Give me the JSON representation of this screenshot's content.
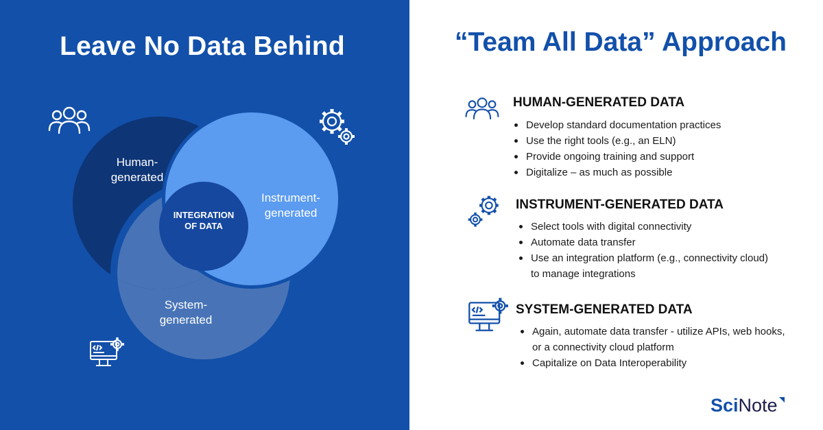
{
  "left": {
    "title": "Leave No Data Behind",
    "venn": {
      "human_label": "Human-\ngenerated",
      "instrument_label": "Instrument-\ngenerated",
      "system_label": "System-\ngenerated",
      "center_label": "INTEGRATION\nOF DATA"
    },
    "icons": [
      "people-icon",
      "gears-icon",
      "computer-code-icon"
    ]
  },
  "right": {
    "title": "“Team All Data” Approach",
    "sections": [
      {
        "heading": "HUMAN-GENERATED DATA",
        "icon": "people-icon",
        "items": [
          "Develop standard documentation practices",
          "Use the right tools (e.g., an ELN)",
          "Provide ongoing training and support",
          "Digitalize – as much as possible"
        ]
      },
      {
        "heading": "INSTRUMENT-GENERATED DATA",
        "icon": "gears-icon",
        "items": [
          "Select tools with digital connectivity",
          "Automate data transfer",
          "Use an integration platform (e.g., connectivity cloud) to manage integrations"
        ]
      },
      {
        "heading": "SYSTEM-GENERATED DATA",
        "icon": "computer-code-icon",
        "items": [
          "Again, automate data transfer - utilize APIs, web hooks, or a connectivity cloud platform",
          "Capitalize on Data Interoperability"
        ]
      }
    ]
  },
  "logo": {
    "part1": "Sci",
    "part2": "Note"
  },
  "colors": {
    "panel_blue": "#1250aa",
    "human_circle": "#0e3576",
    "instrument_circle": "#5b9bf0",
    "system_circle": "#4874b7",
    "center": "#1648a0"
  }
}
